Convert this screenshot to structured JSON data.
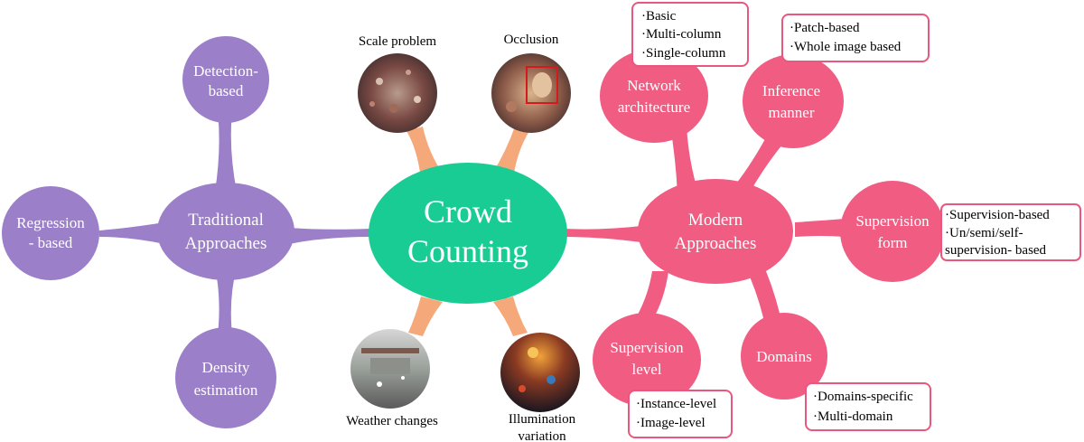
{
  "colors": {
    "center": "#19cc94",
    "traditional": "#9b7fc9",
    "modern": "#f05c82",
    "challenge_link": "#f5a97a",
    "box_border": "#e8577e"
  },
  "center": {
    "line1": "Crowd",
    "line2": "Counting"
  },
  "traditional": {
    "hub": {
      "line1": "Traditional",
      "line2": "Approaches"
    },
    "detection": {
      "line1": "Detection-",
      "line2": "based"
    },
    "regression": {
      "line1": "Regression",
      "line2": "- based"
    },
    "density": {
      "line1": "Density",
      "line2": "estimation"
    }
  },
  "challenges": {
    "scale": {
      "label": "Scale problem",
      "image": "dense-crowd-photo"
    },
    "occlusion": {
      "label": "Occlusion",
      "image": "occluded-face-crowd-photo"
    },
    "weather": {
      "label": "Weather changes",
      "image": "snowy-crowd-photo"
    },
    "illumination": {
      "line1": "Illumination",
      "line2": "variation",
      "image": "concert-crowd-photo"
    }
  },
  "modern": {
    "hub": {
      "line1": "Modern",
      "line2": "Approaches"
    },
    "network": {
      "line1": "Network",
      "line2": "architecture",
      "items": [
        "·Basic",
        "·Multi-column",
        "·Single-column"
      ]
    },
    "inference": {
      "line1": "Inference",
      "line2": "manner",
      "items": [
        "·Patch-based",
        "·Whole image based"
      ]
    },
    "supervision_form": {
      "line1": "Supervision",
      "line2": "form",
      "items": [
        "·Supervision-based",
        "·Un/semi/self-",
        "supervision- based"
      ]
    },
    "domains": {
      "label": "Domains",
      "items": [
        "·Domains-specific",
        "·Multi-domain"
      ]
    },
    "supervision_level": {
      "line1": "Supervision",
      "line2": "level",
      "items": [
        "·Instance-level",
        "·Image-level"
      ]
    }
  }
}
